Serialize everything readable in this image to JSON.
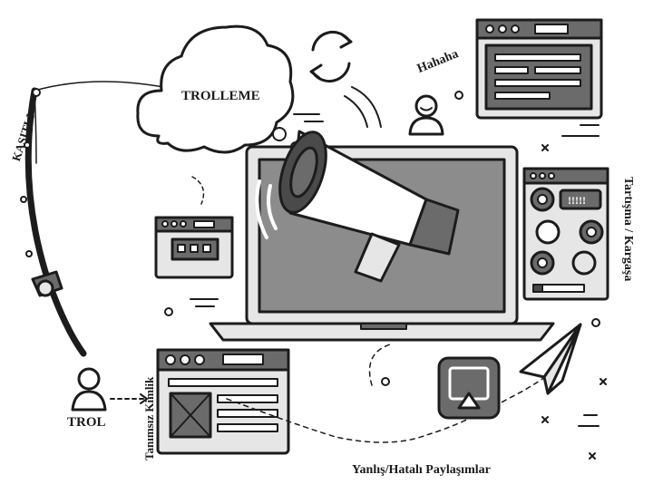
{
  "labels": {
    "trolleme": "TROLLEME",
    "hahaha": "Hahaha",
    "kasitli": "KASITLI",
    "trol": "TROL",
    "tanimsiz_kimlik": "Tanımsız Kimlik",
    "tartisma_kargasa": "Tartışma / Kargaşa",
    "yanlis_paylasimlar": "Yanlış/Hatalı Paylaşımlar",
    "alert_text": "!!!!!"
  },
  "colors": {
    "background": "#ffffff",
    "outline": "#1c1c1c",
    "window_bar": "#6b6b6b",
    "window_body": "#e6e6e6",
    "screen": "#8c8c8c",
    "accent_dark": "#4a4a4a"
  },
  "icons": [
    "refresh-icon",
    "person-icon",
    "paper-plane-icon",
    "cast-screen-icon",
    "megaphone-icon",
    "fishing-rod-icon"
  ]
}
